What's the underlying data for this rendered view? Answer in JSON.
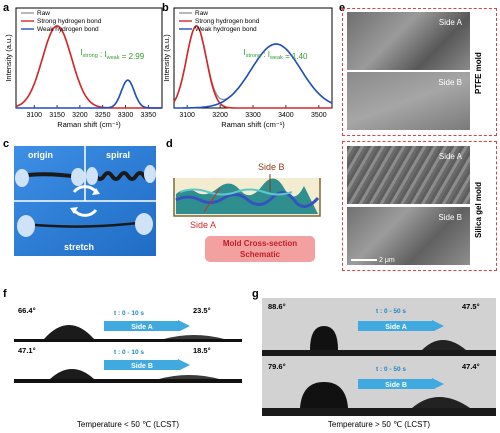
{
  "panels": {
    "a": "a",
    "b": "b",
    "c": "c",
    "d": "d",
    "e": "e",
    "f": "f",
    "g": "g"
  },
  "chart_data": [
    {
      "type": "line",
      "id": "a",
      "xlabel": "Raman shift (cm⁻¹)",
      "ylabel": "Intensity (a.u.)",
      "xticks": [
        3100,
        3150,
        3200,
        3250,
        3300,
        3350
      ],
      "xlim": [
        3060,
        3380
      ],
      "legend": [
        "Raw",
        "Strong hydrogen bond",
        "Weak hydrogen bond"
      ],
      "legend_placement": "top-left",
      "annotation": "Iₛₜᵣₒₙᵍ : Iᵂᵉᵃᵏ = 2.99",
      "annotation_parts": {
        "prefix": "I",
        "sub1": "strong",
        "mid": " : I",
        "sub2": "weak",
        "suffix": " = 2.99"
      },
      "series": [
        {
          "name": "Raw",
          "color": "#999999",
          "peaks": [
            {
              "center": 3150,
              "height": 1.0,
              "width": 32
            },
            {
              "center": 3305,
              "height": 0.34,
              "width": 14
            }
          ]
        },
        {
          "name": "Strong hydrogen bond",
          "color": "#d62728",
          "peaks": [
            {
              "center": 3150,
              "height": 1.0,
              "width": 32
            }
          ]
        },
        {
          "name": "Weak hydrogen bond",
          "color": "#1f4fbf",
          "peaks": [
            {
              "center": 3305,
              "height": 0.34,
              "width": 14
            }
          ]
        }
      ]
    },
    {
      "type": "line",
      "id": "b",
      "xlabel": "Raman shift (cm⁻¹)",
      "ylabel": "Intensity (a.u.)",
      "xticks": [
        3100,
        3200,
        3300,
        3400,
        3500
      ],
      "xlim": [
        3060,
        3540
      ],
      "legend": [
        "Raw",
        "Strong hydrogen bond",
        "Weak hydrogen bond"
      ],
      "legend_placement": "top-left",
      "annotation_parts": {
        "prefix": "I",
        "sub1": "strong",
        "mid": " : I",
        "sub2": "weak",
        "suffix": " = 1.40"
      },
      "series": [
        {
          "name": "Raw",
          "color": "#999999",
          "peaks": [
            {
              "center": 3128,
              "height": 1.0,
              "width": 30
            },
            {
              "center": 3370,
              "height": 0.78,
              "width": 75
            }
          ]
        },
        {
          "name": "Strong hydrogen bond",
          "color": "#d62728",
          "peaks": [
            {
              "center": 3128,
              "height": 1.0,
              "width": 30
            }
          ]
        },
        {
          "name": "Weak hydrogen bond",
          "color": "#1f4fbf",
          "peaks": [
            {
              "center": 3370,
              "height": 0.78,
              "width": 75
            }
          ]
        }
      ]
    }
  ],
  "c": {
    "origin": "origin",
    "spiral": "spiral",
    "stretch": "stretch"
  },
  "d": {
    "side_a": "Side A",
    "side_b": "Side B",
    "schematic": "Mold Cross-section Schematic"
  },
  "e": {
    "ptfe": {
      "label": "PTFE mold",
      "side_a": "Side A",
      "side_b": "Side B"
    },
    "silica": {
      "label": "Silica gel mold",
      "side_a": "Side A",
      "side_b": "Side B"
    },
    "scale": "2 μm"
  },
  "f": {
    "top": {
      "before": "66.4°",
      "after": "23.5°",
      "time": "t : 0 - 10 s",
      "side": "Side A"
    },
    "bottom": {
      "before": "47.1°",
      "after": "18.5°",
      "time": "t : 0 - 10 s",
      "side": "Side B"
    },
    "caption": "Temperature < 50 ℃ (LCST)"
  },
  "g": {
    "top": {
      "before": "88.6°",
      "after": "47.5°",
      "time": "t : 0 - 50 s",
      "side": "Side A"
    },
    "bottom": {
      "before": "79.6°",
      "after": "47.4°",
      "time": "t : 0 - 50 s",
      "side": "Side B"
    },
    "caption": "Temperature > 50 ℃ (LCST)"
  },
  "colors": {
    "red": "#d62728",
    "blue": "#1f4fbf",
    "raw": "#999999",
    "accent": "#1e88c7",
    "annot": "#2e9e2e",
    "schematic_bg": "#f2a0a0"
  }
}
